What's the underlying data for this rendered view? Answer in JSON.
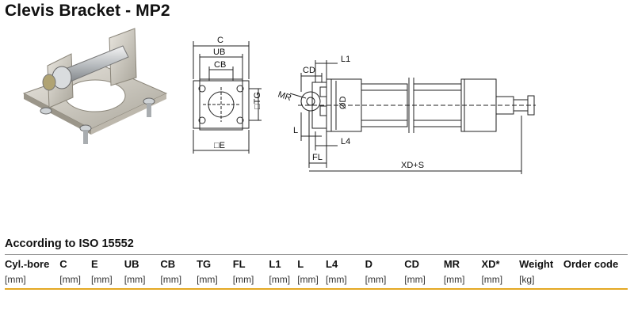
{
  "title": "Clevis Bracket - MP2",
  "drawing_labels": {
    "C": "C",
    "UB": "UB",
    "CB": "CB",
    "TG": "□TG",
    "E": "□E",
    "L1": "L1",
    "CD": "CD",
    "MR": "MR",
    "D": "ØD",
    "L": "L",
    "L4": "L4",
    "FL": "FL",
    "XDS": "XD+S"
  },
  "section_title": "According to ISO 15552",
  "table": {
    "headers": [
      "Cyl.-bore",
      "C",
      "E",
      "UB",
      "CB",
      "TG",
      "FL",
      "L1",
      "L",
      "L4",
      "D",
      "CD",
      "MR",
      "XD*",
      "Weight",
      "Order code"
    ],
    "units": [
      "[mm]",
      "[mm]",
      "[mm]",
      "[mm]",
      "[mm]",
      "[mm]",
      "[mm]",
      "[mm]",
      "[mm]",
      "[mm]",
      "[mm]",
      "[mm]",
      "[mm]",
      "[mm]",
      "[kg]",
      ""
    ]
  },
  "colors": {
    "accent_line": "#e4a823",
    "rule": "#999999"
  }
}
